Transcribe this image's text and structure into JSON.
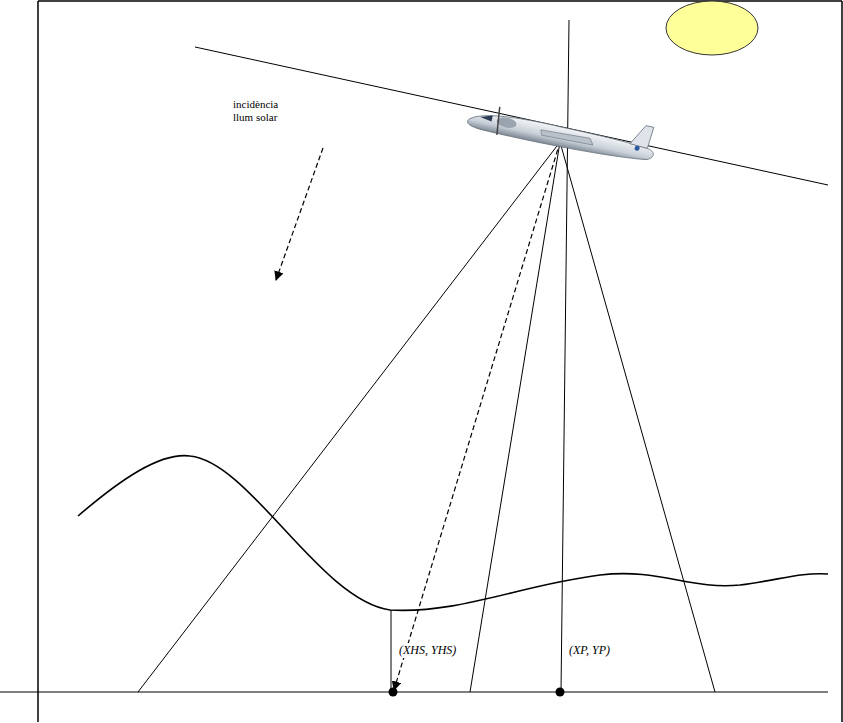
{
  "diagram": {
    "labels": [
      "incidència llum solar",
      "(XHS, YHS)",
      "(XP, YP)"
    ]
  }
}
